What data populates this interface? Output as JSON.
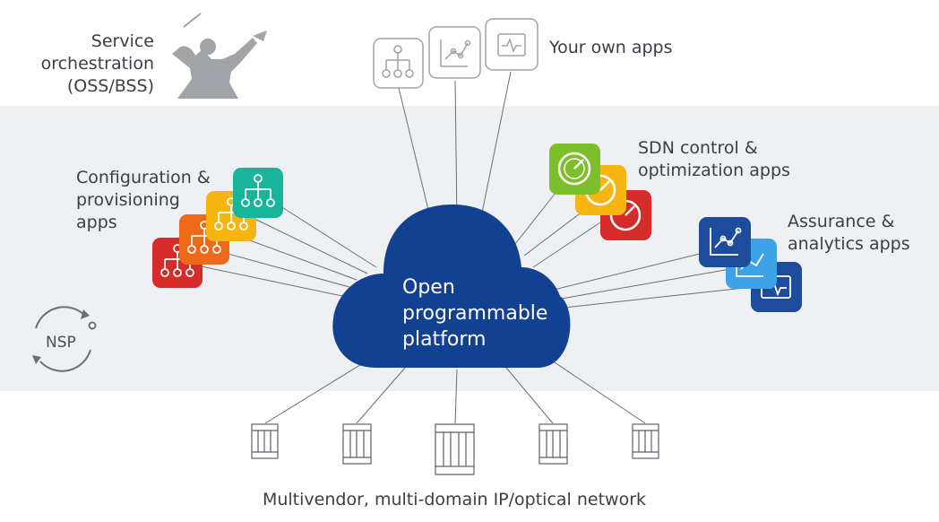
{
  "labels": {
    "service_orchestration": [
      "Service",
      "orchestration",
      "(OSS/BSS)"
    ],
    "your_own_apps": "Your own apps",
    "sdn_apps": [
      "SDN control &",
      "optimization apps"
    ],
    "config_apps": [
      "Configuration &",
      "provisioning",
      "apps"
    ],
    "assurance_apps": [
      "Assurance &",
      "analytics apps"
    ],
    "cloud": [
      "Open",
      "programmable",
      "platform"
    ],
    "nsp": "NSP",
    "network": "Multivendor, multi-domain IP/optical network"
  },
  "icons": {
    "conductor": "conductor-icon",
    "hierarchy": "hierarchy-icon",
    "chart": "line-chart-icon",
    "monitor": "pulse-monitor-icon",
    "gauge": "gauge-icon",
    "cycle": "cycle-arrows-icon",
    "device": "network-device-icon"
  },
  "colors": {
    "cloud": "#124191",
    "band": "#eef0f3",
    "line": "#6b6f75",
    "outline_icon": "#9ea3a8",
    "config": [
      "#d52b2b",
      "#ee6a1a",
      "#f6b511",
      "#18b59a"
    ],
    "sdn": [
      "#d52b2b",
      "#f6b511",
      "#7dbe2d"
    ],
    "assurance": [
      "#1e4c9c",
      "#3ea2e6",
      "#1e4c9c"
    ]
  }
}
